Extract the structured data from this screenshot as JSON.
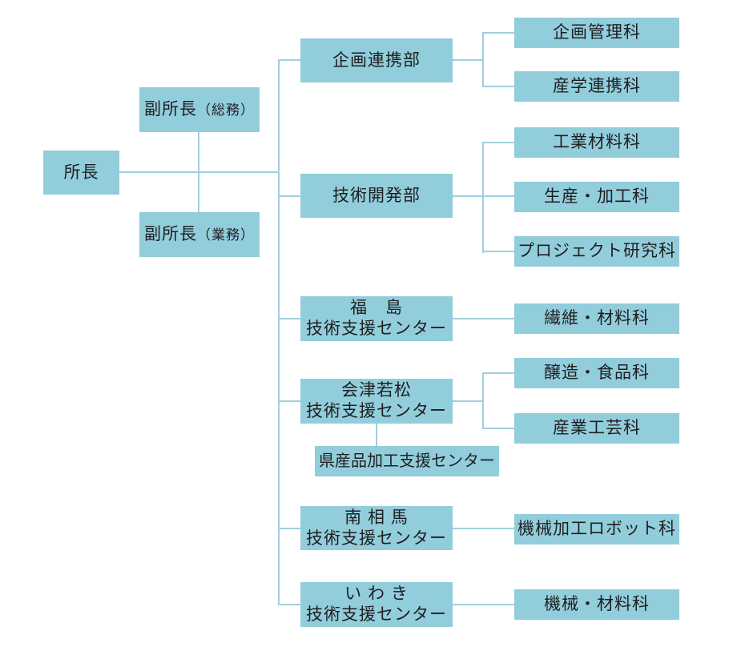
{
  "page": {
    "background": "#ffffff",
    "box_fill": "#92cddc",
    "line_color": "#9fcfdf",
    "text_color": "#1f1f1f"
  },
  "org": {
    "director": {
      "label": "所長"
    },
    "deputies": [
      {
        "name": "副所長",
        "paren": "（総務）"
      },
      {
        "name": "副所長",
        "paren": "（業務）"
      }
    ],
    "units": [
      {
        "label": "企画連携部"
      },
      {
        "label": "技術開発部"
      },
      {
        "line1": "福　島",
        "line2": "技術支援センター"
      },
      {
        "line1": "会津若松",
        "line2": "技術支援センター"
      },
      {
        "line1": "南 相 馬",
        "line2": "技術支援センター"
      },
      {
        "line1": "い わ き",
        "line2": "技術支援センター"
      }
    ],
    "sub_center": {
      "label": "県産品加工支援センター"
    },
    "sections": [
      {
        "label": "企画管理科"
      },
      {
        "label": "産学連携科"
      },
      {
        "label": "工業材料科"
      },
      {
        "label": "生産・加工科"
      },
      {
        "label": "プロジェクト研究科"
      },
      {
        "label": "繊維・材料科"
      },
      {
        "label": "醸造・食品科"
      },
      {
        "label": "産業工芸科"
      },
      {
        "label": "機械加工ロボット科"
      },
      {
        "label": "機械・材料科"
      }
    ]
  }
}
